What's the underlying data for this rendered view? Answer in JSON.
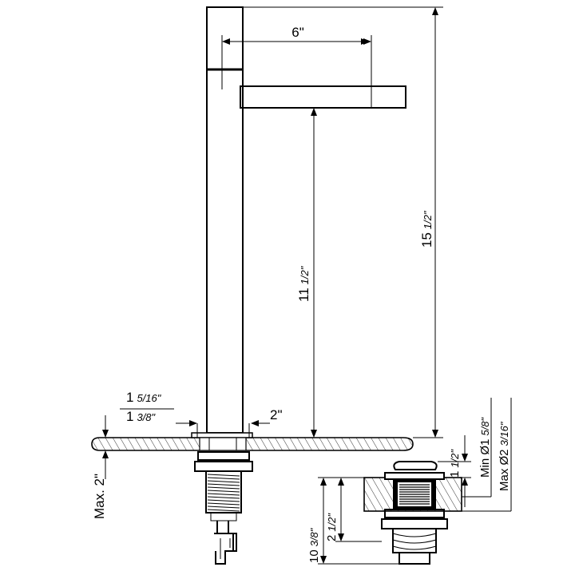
{
  "dimensions": {
    "spout_reach": "6\"",
    "overall_height_whole": "15",
    "overall_height_frac": "1/2\"",
    "spout_height_whole": "11",
    "spout_height_frac": "1/2\"",
    "base_dia_a_whole": "1",
    "base_dia_a_frac": "5/16\"",
    "base_dia_b_whole": "1",
    "base_dia_b_frac": "3/8\"",
    "base_offset": "2\"",
    "max_deck": "Max. 2\"",
    "drain_height_whole": "1",
    "drain_height_frac": "1/2\"",
    "min_hole_whole": "Min Ø1",
    "min_hole_frac": "5/8\"",
    "max_hole_whole": "Max Ø2",
    "max_hole_frac": "3/16\"",
    "drain_depth_whole": "2",
    "drain_depth_frac": "1/2\"",
    "drain_total_whole": "10",
    "drain_total_frac": "3/8\""
  }
}
